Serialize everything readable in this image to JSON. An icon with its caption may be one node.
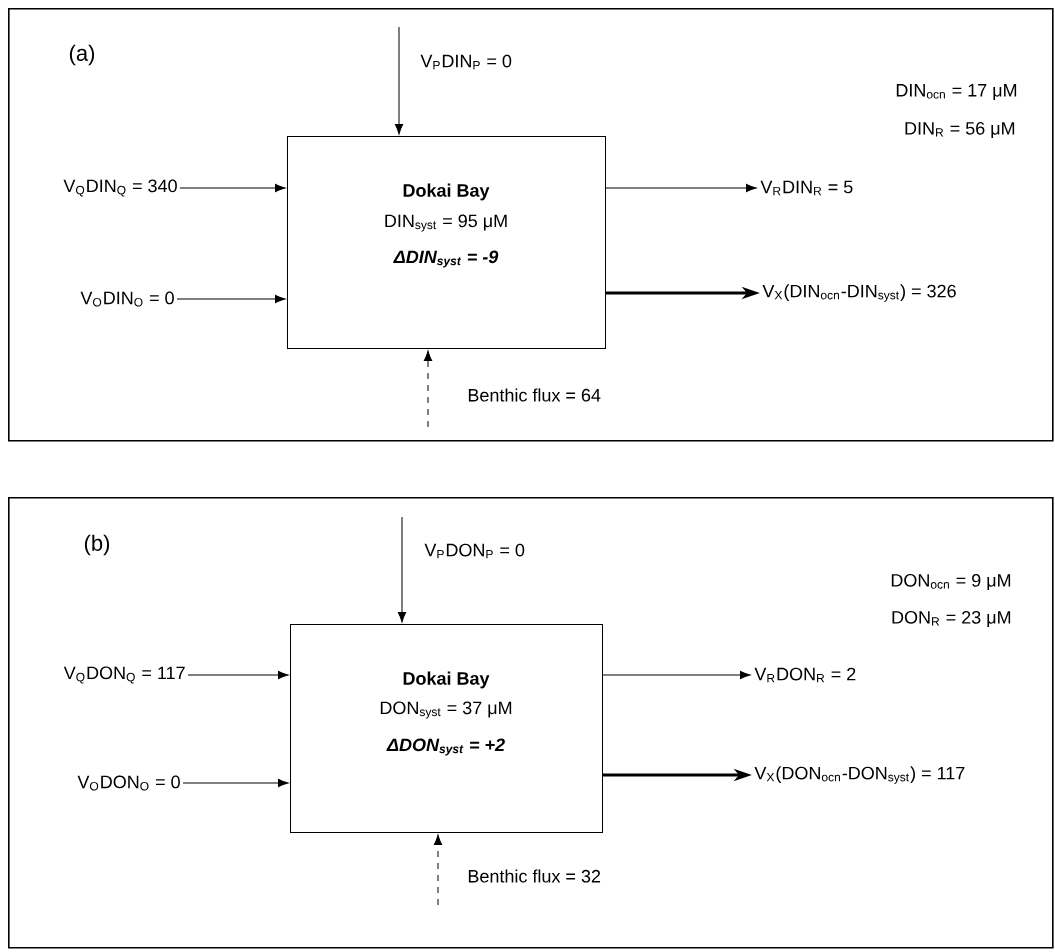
{
  "diagram": {
    "nodes": [
      {
        "text": [
          "(a)"
        ]
      },
      {
        "text": [
          "Dokai Bay",
          "DIN$_{syst}$ = 95 μM",
          "ΔDIN$_{syst}$ = -9"
        ],
        "in": 0
      },
      {
        "text": [
          "V$_{Q}$DIN$_{Q}$ = 340"
        ],
        "in": 0
      },
      {
        "text": [
          "V$_{O}$DIN$_{O}$ = 0"
        ],
        "in": 0
      },
      {
        "text": [
          "V$_{R}$DIN$_{R}$ = 5"
        ],
        "in": 0
      },
      {
        "text": [
          "V$_{X}$(DIN$_{ocn}$-DIN$_{syst}$) = 326"
        ],
        "in": 0
      },
      {
        "text": [
          "(b)"
        ]
      },
      {
        "text": [
          "Dokai Bay",
          "DON$_{syst}$ = 37 μM",
          "ΔDON$_{syst}$ = +2"
        ],
        "in": 6
      },
      {
        "text": [
          "V$_{Q}$DON$_{Q}$ = 117"
        ],
        "in": 6
      },
      {
        "text": [
          "V$_{O}$DON$_{O}$ = 0"
        ],
        "in": 6
      },
      {
        "text": [
          "V$_{R}$DON$_{R}$ = 2"
        ],
        "in": 6
      },
      {
        "text": [
          "V$_{X}$(DON$_{ocn}$-DON$_{syst}$) = 117"
        ],
        "in": 6
      }
    ],
    "edges": [
      {
        "from": null,
        "to": 1,
        "arrow": "to",
        "label": "V$_{P}$DIN$_{P}$ = 0"
      },
      {
        "from": 2,
        "to": 1,
        "arrow": "to"
      },
      {
        "from": 3,
        "to": 1,
        "arrow": "to"
      },
      {
        "from": 1,
        "to": 4,
        "arrow": "to"
      },
      {
        "from": 1,
        "to": 5,
        "arrow": "to",
        "style": "thick"
      },
      {
        "from": null,
        "to": 1,
        "arrow": "to",
        "style": "dashed",
        "label": "Benthic flux = 64"
      },
      {
        "from": null,
        "to": 7,
        "arrow": "to",
        "label": "V$_{P}$DON$_{P}$ = 0"
      },
      {
        "from": 8,
        "to": 7,
        "arrow": "to"
      },
      {
        "from": 9,
        "to": 7,
        "arrow": "to"
      },
      {
        "from": 7,
        "to": 10,
        "arrow": "to"
      },
      {
        "from": 7,
        "to": 11,
        "arrow": "to",
        "style": "thick"
      },
      {
        "from": null,
        "to": 7,
        "arrow": "to",
        "style": "dashed",
        "label": "Benthic flux = 32"
      }
    ],
    "labels": [
      "DIN$_{ocn}$ = 17 μM",
      "DIN$_{R}$ = 56 μM",
      "DON$_{ocn}$ = 9 μM",
      "DON$_{R}$ = 23 μM"
    ]
  }
}
